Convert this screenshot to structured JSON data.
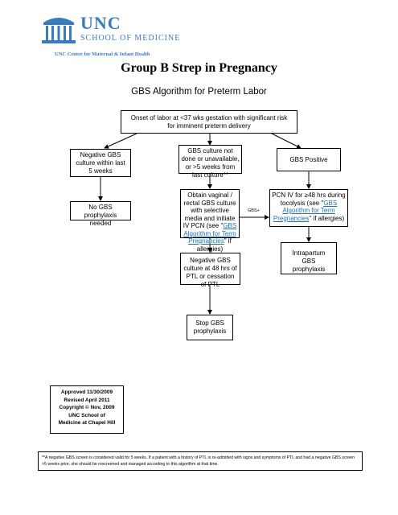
{
  "header": {
    "logo_line1": "UNC",
    "logo_line2": "SCHOOL OF MEDICINE",
    "center_name": "UNC Center for Maternal & Infant Health"
  },
  "document": {
    "title": "Group B Strep in Pregnancy",
    "subtitle": "GBS Algorithm for Preterm Labor"
  },
  "flow": {
    "onset": "Onset of labor at <37 wks gestation with significant risk for imminent preterm delivery",
    "negative": "Negative GBS culture within last 5 weeks",
    "notdone": "GBS culture not done or unavailable, or >5 weeks from last culture**",
    "positive": "GBS Positive",
    "no_prophylaxis": "No GBS prophylaxis needed",
    "obtain_text": "Obtain vaginal / rectal GBS culture with selective media and initiate IV PCN",
    "obtain_open": "(see \"",
    "obtain_link": "GBS Algorithm for Term Pregnancies",
    "obtain_close": "\" if allergies)",
    "gbs_plus_label": "GBS+",
    "pcn_text": "PCN IV for ≥48 hrs during tocolysis (see \"",
    "pcn_link": "GBS Algorithm for Term Pregnancies",
    "pcn_close": "\" if allergies)",
    "intrapartum": "Intrapartum GBS prophylaxis",
    "neg_culture": "Negative GBS culture at 48 hrs of PTL or cessation of PTL",
    "stop": "Stop GBS prophylaxis"
  },
  "approval": {
    "line1": "Approved 11/30/2009",
    "line2": "Revised April 2011",
    "line3": "Copyright © Nov, 2009",
    "line4": "UNC School of",
    "line5": "Medicine at Chapel Hill"
  },
  "footnote": "**A negative GBS screen is considered valid for 5 weeks. If a patient with a history of PTL is re-admitted with signs and symptoms of PTL and had a negative GBS screen >5 weeks prior, she should be rescreened and managed according to this algorithm at that time.",
  "colors": {
    "logo_blue": "#3a7bc0",
    "link_blue": "#1f6fb2"
  }
}
